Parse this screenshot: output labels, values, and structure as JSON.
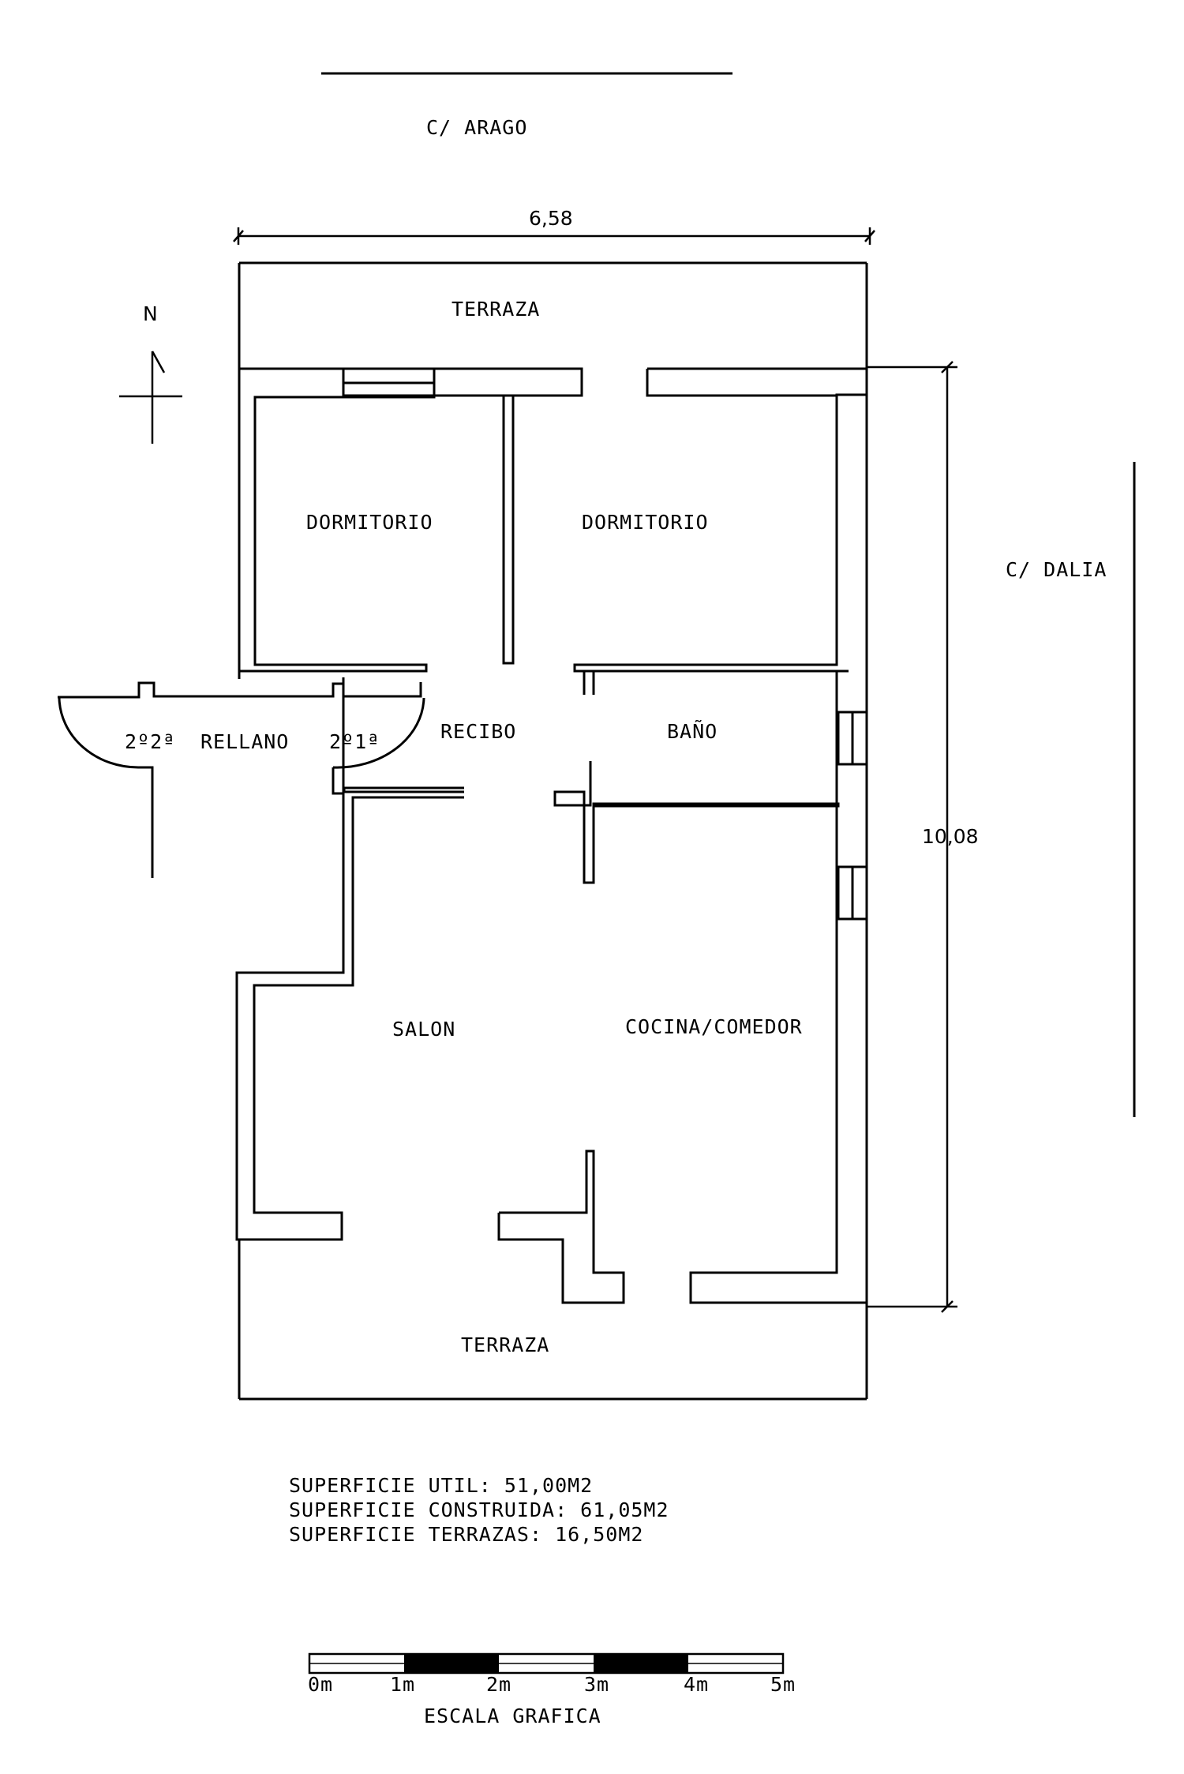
{
  "streets": {
    "north": "C/ ARAGO",
    "east": "C/ DALIA"
  },
  "compass": {
    "label": "N"
  },
  "dimensions": {
    "width": "6,58",
    "depth": "10,08"
  },
  "rooms": {
    "terrace_north": "TERRAZA",
    "bedroom_left": "DORMITORIO",
    "bedroom_right": "DORMITORIO",
    "hall": "RECIBO",
    "bathroom": "BAÑO",
    "living": "SALON",
    "kitchen": "COCINA/COMEDOR",
    "terrace_south": "TERRAZA"
  },
  "landing": {
    "label": "RELLANO",
    "door_left": "2º2ª",
    "door_right": "2º1ª"
  },
  "surfaces": [
    "SUPERFICIE UTIL: 51,00M2",
    "SUPERFICIE CONSTRUIDA: 61,05M2",
    "SUPERFICIE TERRAZAS: 16,50M2"
  ],
  "scale": {
    "ticks": [
      "0m",
      "1m",
      "2m",
      "3m",
      "4m",
      "5m"
    ],
    "title": "ESCALA GRAFICA"
  }
}
